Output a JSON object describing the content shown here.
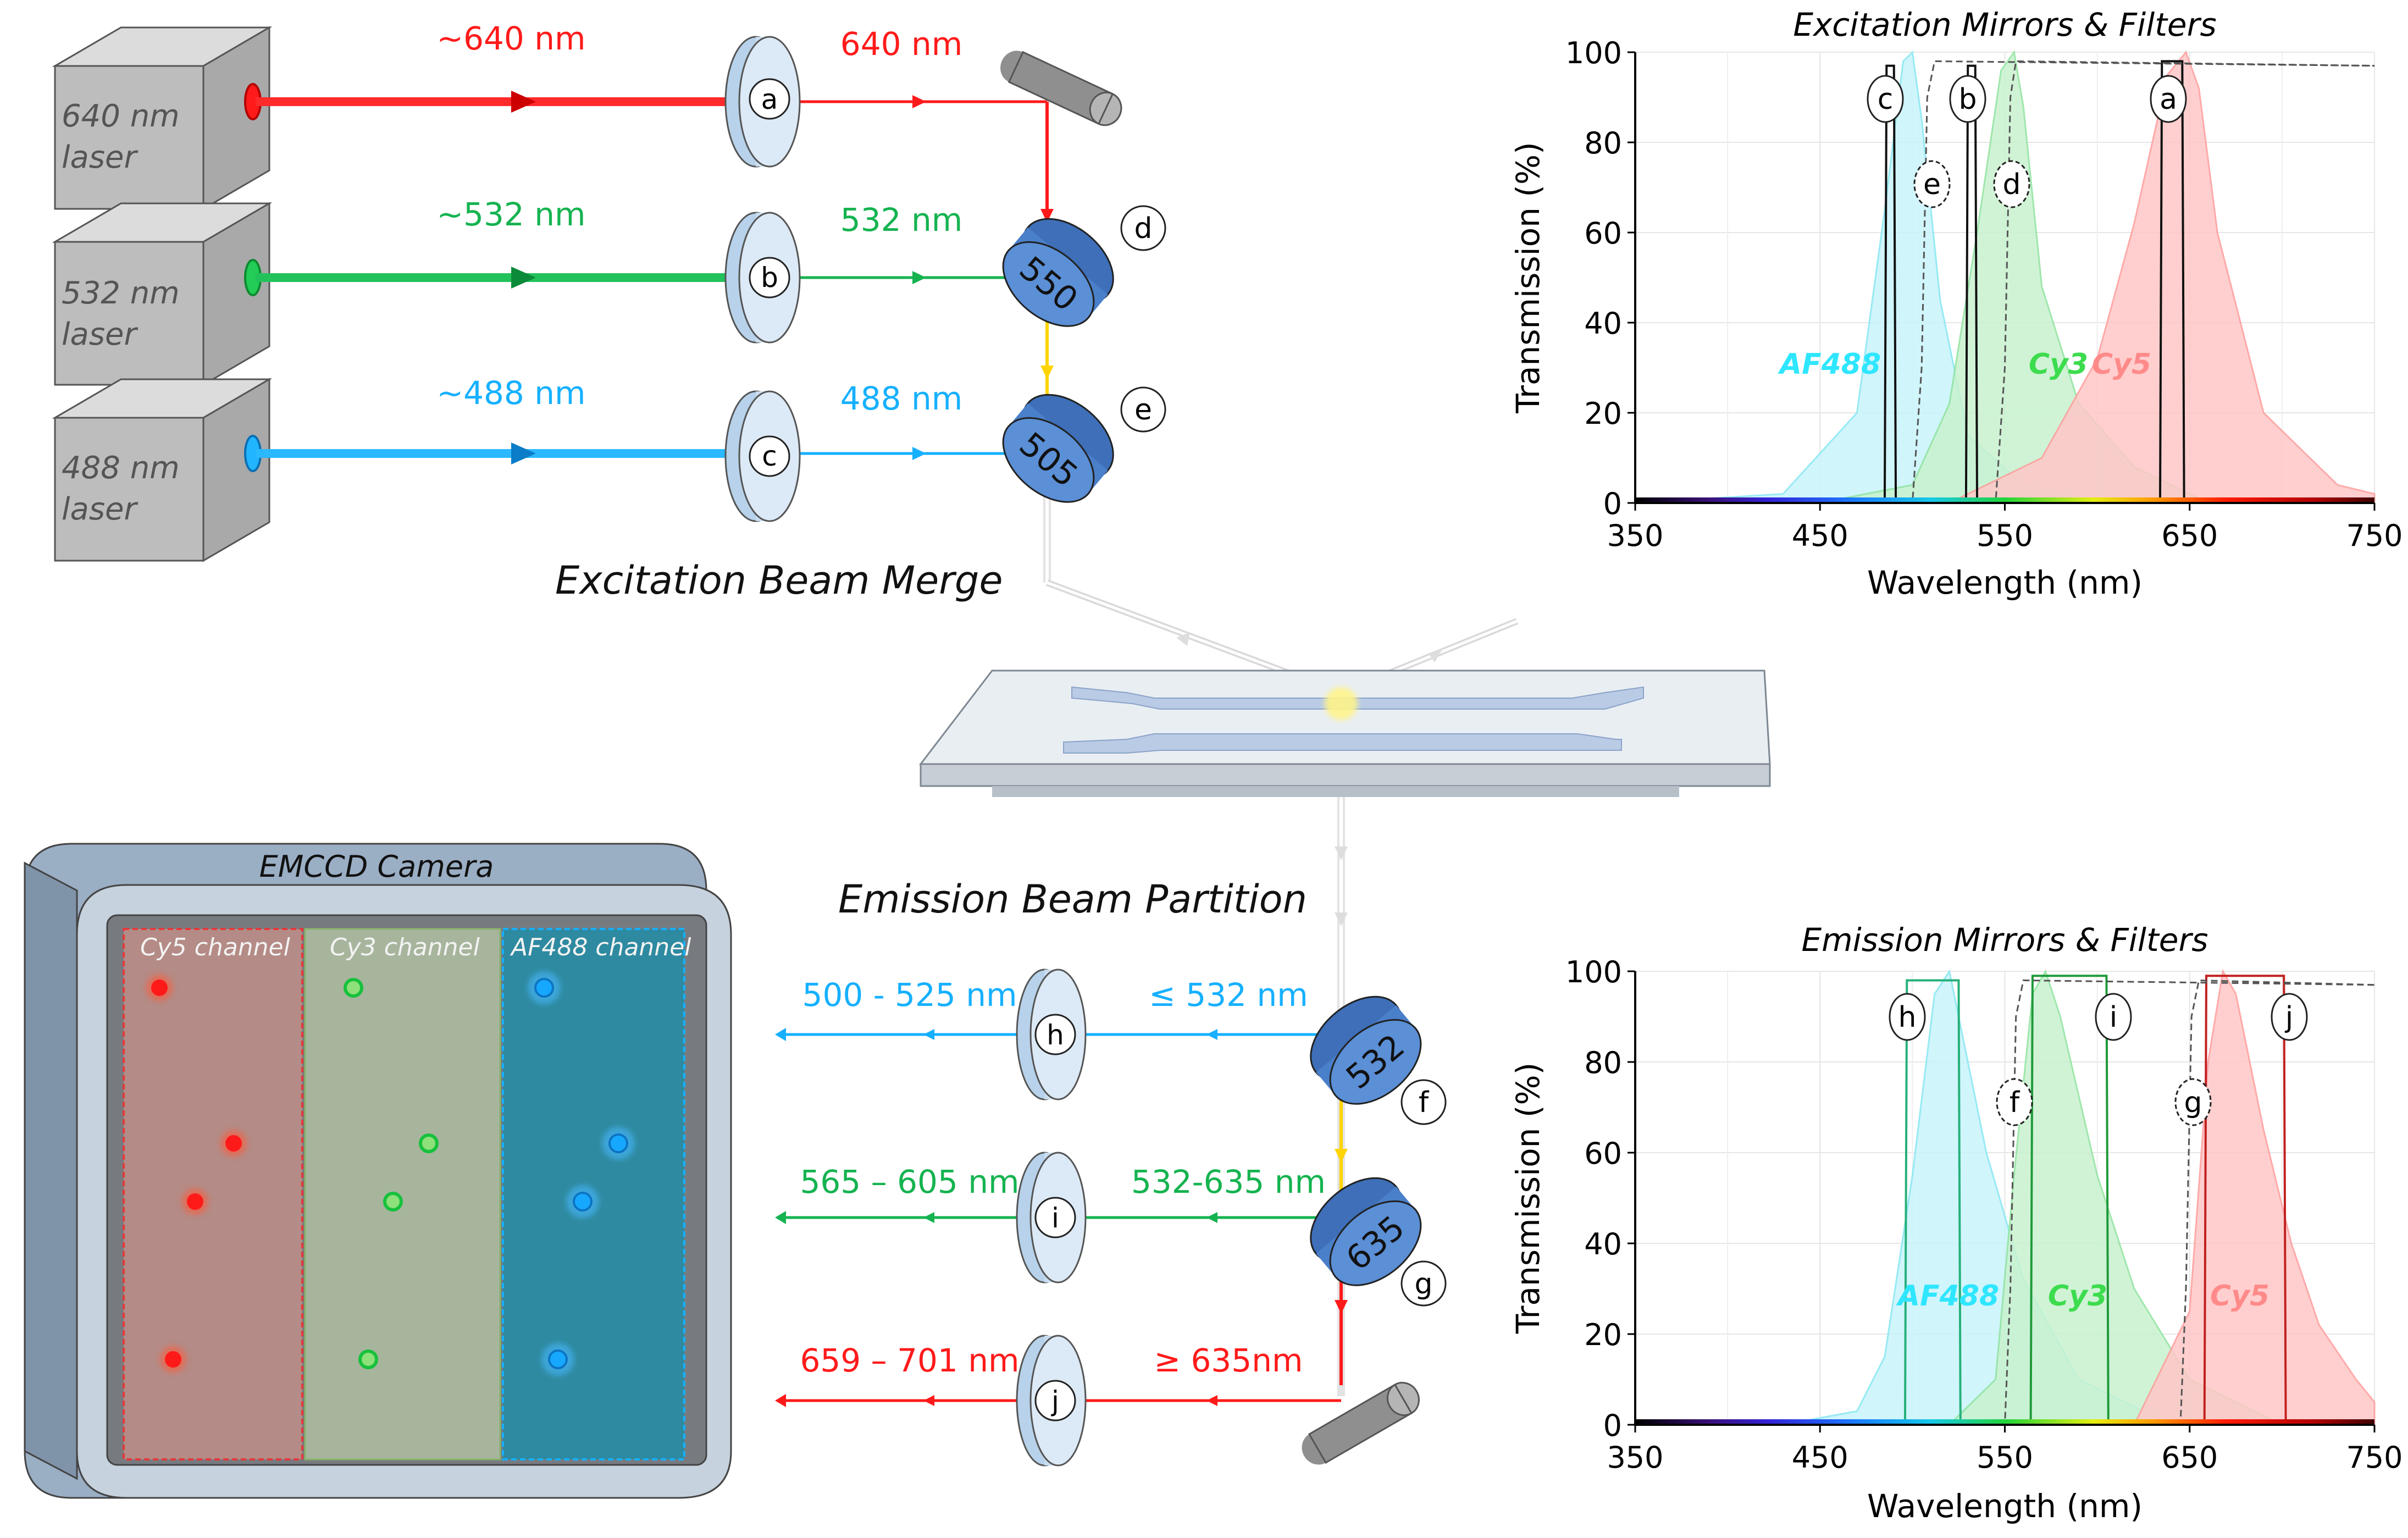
{
  "colors": {
    "red": "#ff1a1a",
    "green": "#15b350",
    "blue": "#16b0ff",
    "yellow": "#ffd400",
    "af488_fill": "#c8f4fb",
    "cy3_fill": "#c8f2cf",
    "cy5_fill": "#ffc7c7",
    "mirror": "#4a7fc9",
    "lens": "#d5e6f5"
  },
  "excitation": {
    "title": "Excitation Beam Merge",
    "lasers": [
      {
        "label_line1": "640 nm",
        "label_line2": "laser",
        "beam_label": "~640 nm",
        "filtered_label": "640 nm",
        "filter_letter": "a"
      },
      {
        "label_line1": "532 nm",
        "label_line2": "laser",
        "beam_label": "~532 nm",
        "filtered_label": "532 nm",
        "filter_letter": "b"
      },
      {
        "label_line1": "488 nm",
        "label_line2": "laser",
        "beam_label": "~488 nm",
        "filtered_label": "488 nm",
        "filter_letter": "c"
      }
    ],
    "dichroics": [
      {
        "value": "550",
        "letter": "d"
      },
      {
        "value": "505",
        "letter": "e"
      }
    ]
  },
  "emission": {
    "title": "Emission Beam Partition",
    "channels": [
      {
        "out_label": "500 - 525 nm",
        "in_label": "≤ 532 nm",
        "filter_letter": "h"
      },
      {
        "out_label": "565 – 605 nm",
        "in_label": "532-635 nm",
        "filter_letter": "i"
      },
      {
        "out_label": "659 – 701 nm",
        "in_label": "≥ 635nm",
        "filter_letter": "j"
      }
    ],
    "dichroics": [
      {
        "value": "532",
        "letter": "f"
      },
      {
        "value": "635",
        "letter": "g"
      }
    ]
  },
  "camera": {
    "title": "EMCCD Camera",
    "channels": [
      {
        "label": "Cy5 channel",
        "color": "#ff1a1a"
      },
      {
        "label": "Cy3 channel",
        "color": "#17c13c"
      },
      {
        "label": "AF488 channel",
        "color": "#16a8ff"
      }
    ]
  },
  "chart_data": [
    {
      "type": "line",
      "title": "Excitation Mirrors & Filters",
      "xlabel": "Wavelength (nm)",
      "ylabel": "Transmission (%)",
      "xlim": [
        350,
        750
      ],
      "ylim": [
        0,
        100
      ],
      "xticks": [
        350,
        450,
        550,
        650,
        750
      ],
      "yticks": [
        0,
        20,
        40,
        60,
        80,
        100
      ],
      "dye_labels": [
        "AF488",
        "Cy3",
        "Cy5"
      ],
      "filter_markers": [
        "c",
        "b",
        "a",
        "e",
        "d"
      ],
      "series": [
        {
          "name": "AF488",
          "x": [
            350,
            430,
            470,
            485,
            495,
            500,
            505,
            515,
            530,
            560,
            600
          ],
          "y": [
            0,
            2,
            20,
            65,
            98,
            100,
            85,
            45,
            15,
            4,
            0
          ]
        },
        {
          "name": "Cy3",
          "x": [
            450,
            500,
            520,
            535,
            548,
            555,
            560,
            570,
            590,
            620,
            660
          ],
          "y": [
            0,
            4,
            22,
            60,
            96,
            100,
            88,
            48,
            22,
            8,
            0
          ]
        },
        {
          "name": "Cy5",
          "x": [
            520,
            570,
            600,
            620,
            638,
            648,
            655,
            665,
            690,
            730,
            750
          ],
          "y": [
            0,
            10,
            32,
            62,
            95,
            100,
            92,
            60,
            20,
            4,
            2
          ]
        },
        {
          "name": "c",
          "x": [
            350,
            485,
            486,
            490,
            491,
            750
          ],
          "y": [
            0,
            0,
            97,
            97,
            0,
            0
          ]
        },
        {
          "name": "b",
          "x": [
            350,
            529,
            530,
            534,
            535,
            750
          ],
          "y": [
            0,
            0,
            97,
            97,
            0,
            0
          ]
        },
        {
          "name": "a",
          "x": [
            350,
            634,
            635,
            646,
            647,
            750
          ],
          "y": [
            0,
            0,
            98,
            98,
            0,
            0
          ]
        },
        {
          "name": "e",
          "x": [
            350,
            500,
            505,
            508,
            512,
            750
          ],
          "y": [
            0,
            0,
            30,
            90,
            98,
            97
          ]
        },
        {
          "name": "d",
          "x": [
            350,
            545,
            550,
            553,
            556,
            750
          ],
          "y": [
            0,
            0,
            30,
            90,
            98,
            97
          ]
        }
      ]
    },
    {
      "type": "line",
      "title": "Emission Mirrors & Filters",
      "xlabel": "Wavelength (nm)",
      "ylabel": "Transmission (%)",
      "xlim": [
        350,
        750
      ],
      "ylim": [
        0,
        100
      ],
      "xticks": [
        350,
        450,
        550,
        650,
        750
      ],
      "yticks": [
        0,
        20,
        40,
        60,
        80,
        100
      ],
      "dye_labels": [
        "AF488",
        "Cy3",
        "Cy5"
      ],
      "filter_markers": [
        "h",
        "f",
        "i",
        "g",
        "j"
      ],
      "series": [
        {
          "name": "AF488",
          "x": [
            430,
            470,
            485,
            500,
            512,
            520,
            540,
            560,
            590,
            640
          ],
          "y": [
            0,
            3,
            15,
            55,
            95,
            100,
            60,
            32,
            10,
            0
          ]
        },
        {
          "name": "Cy3",
          "x": [
            520,
            545,
            555,
            565,
            572,
            580,
            600,
            620,
            650,
            700
          ],
          "y": [
            0,
            10,
            55,
            95,
            100,
            90,
            55,
            30,
            10,
            0
          ]
        },
        {
          "name": "Cy5",
          "x": [
            620,
            650,
            660,
            668,
            675,
            690,
            705,
            720,
            740,
            750
          ],
          "y": [
            0,
            25,
            80,
            100,
            95,
            65,
            40,
            22,
            10,
            5
          ]
        },
        {
          "name": "h",
          "x": [
            350,
            496,
            497,
            525,
            526,
            750
          ],
          "y": [
            0,
            0,
            98,
            98,
            0,
            0
          ]
        },
        {
          "name": "i",
          "x": [
            350,
            564,
            565,
            605,
            606,
            750
          ],
          "y": [
            0,
            0,
            99,
            99,
            0,
            0
          ]
        },
        {
          "name": "j",
          "x": [
            350,
            658,
            659,
            701,
            702,
            750
          ],
          "y": [
            0,
            0,
            99,
            99,
            0,
            0
          ]
        },
        {
          "name": "f",
          "x": [
            350,
            550,
            553,
            556,
            560,
            750
          ],
          "y": [
            0,
            0,
            30,
            90,
            98,
            97
          ]
        },
        {
          "name": "g",
          "x": [
            350,
            645,
            648,
            651,
            655,
            750
          ],
          "y": [
            0,
            0,
            30,
            90,
            98,
            97
          ]
        }
      ]
    }
  ]
}
